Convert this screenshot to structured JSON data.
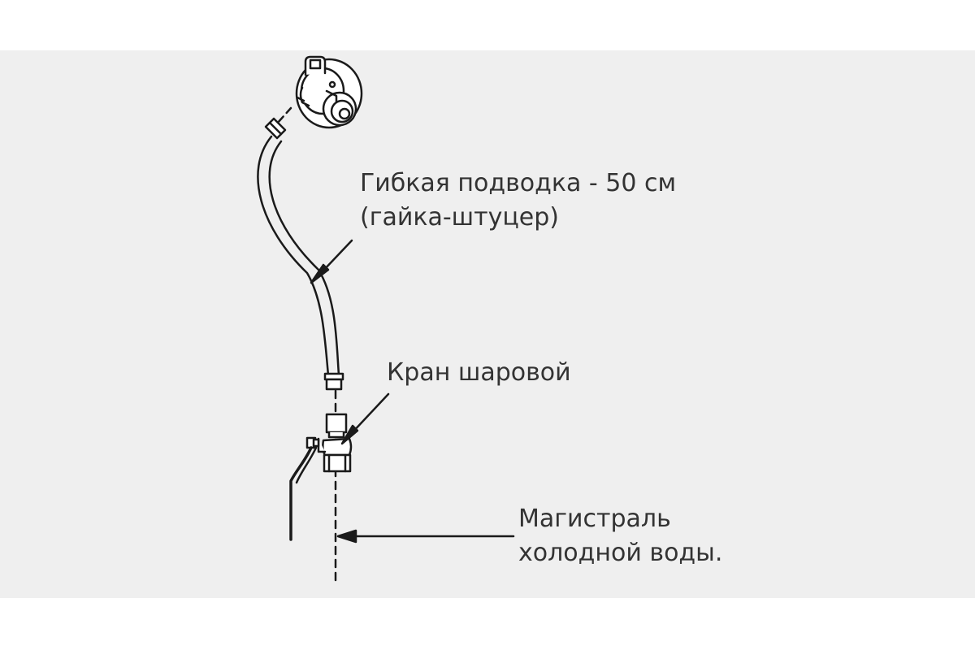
{
  "colors": {
    "background": "#ffffff",
    "panel": "#efefef",
    "line": "#1a1a1a",
    "text": "#333333"
  },
  "labels": {
    "hose": {
      "line1": "Гибкая подводка - 50 см",
      "line2": "(гайка-штуцер)"
    },
    "valve": {
      "line1": "Кран шаровой"
    },
    "main": {
      "line1": "Магистраль",
      "line2": "холодной воды."
    }
  }
}
